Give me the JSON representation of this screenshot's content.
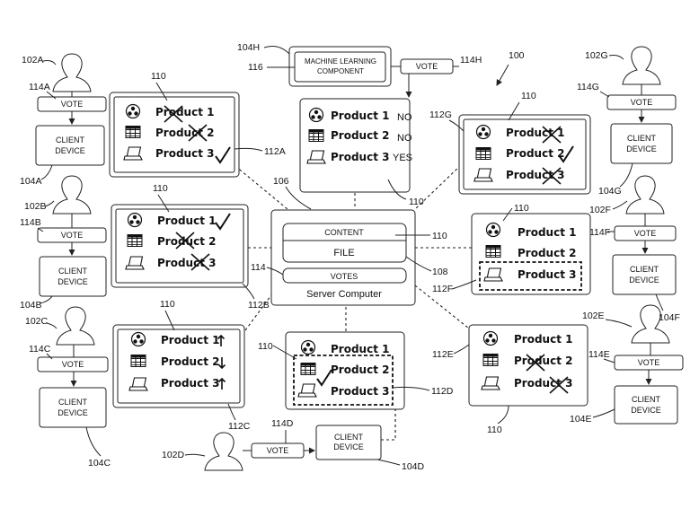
{
  "diagram": {
    "system_ref": "100",
    "ml": {
      "ref_group": "104H",
      "ref_box": "116",
      "line1": "MACHINE LEARNING",
      "line2": "COMPONENT",
      "vote_ref": "114H",
      "vote_label": "VOTE"
    },
    "server": {
      "ref": "106",
      "title": "Server Computer",
      "content_label": "CONTENT",
      "file_label": "FILE",
      "votes_label": "VOTES",
      "ref_content": "110",
      "ref_file": "108",
      "ref_votes": "114"
    },
    "product_names": [
      "Product 1",
      "Product 2",
      "Product 3"
    ],
    "center_top_panel": {
      "ref": "110",
      "answers": [
        "NO",
        "NO",
        "YES"
      ]
    },
    "clients": [
      {
        "id": "A",
        "user_ref": "102A",
        "vote_ref": "114A",
        "device_ref": "104A",
        "panel_ref": "112A",
        "content_ref": "110"
      },
      {
        "id": "B",
        "user_ref": "102B",
        "vote_ref": "114B",
        "device_ref": "104B",
        "panel_ref": "112B",
        "content_ref": "110"
      },
      {
        "id": "C",
        "user_ref": "102C",
        "vote_ref": "114C",
        "device_ref": "104C",
        "panel_ref": "112C",
        "content_ref": "110"
      },
      {
        "id": "D",
        "user_ref": "102D",
        "vote_ref": "114D",
        "device_ref": "104D",
        "panel_ref": "112D",
        "content_ref": "110"
      },
      {
        "id": "E",
        "user_ref": "102E",
        "vote_ref": "114E",
        "device_ref": "104E",
        "panel_ref": "112E",
        "content_ref": "110"
      },
      {
        "id": "F",
        "user_ref": "102F",
        "vote_ref": "114F",
        "device_ref": "104F",
        "panel_ref": "112F",
        "content_ref": "110"
      },
      {
        "id": "G",
        "user_ref": "102G",
        "vote_ref": "114G",
        "device_ref": "104G",
        "panel_ref": "112G",
        "content_ref": "110"
      }
    ],
    "vote_label": "VOTE",
    "client_device_line1": "CLIENT",
    "client_device_line2": "DEVICE"
  }
}
